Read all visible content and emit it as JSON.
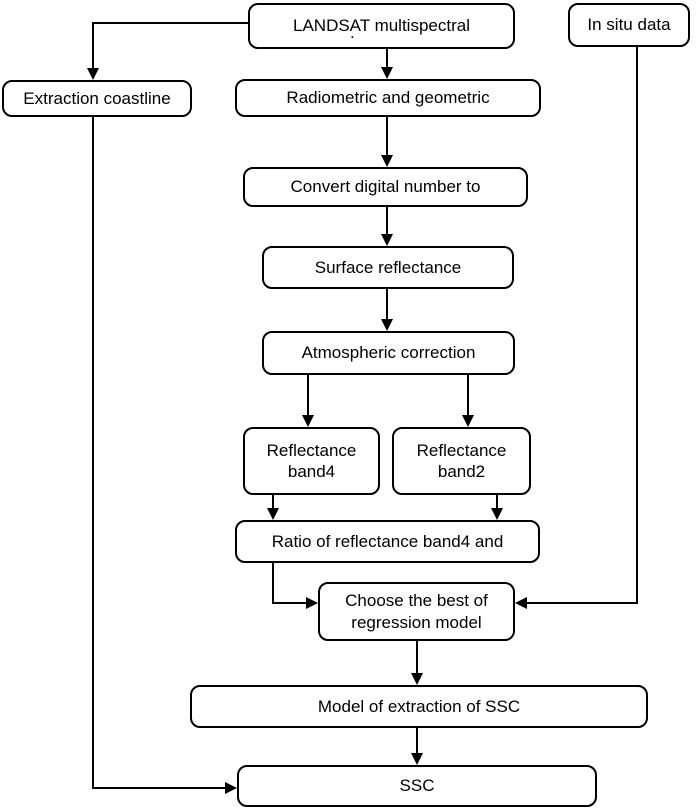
{
  "diagram": {
    "type": "flowchart",
    "colors": {
      "background": "#ffffff",
      "line": "#000000",
      "text": "#000000",
      "box_fill": "#ffffff"
    },
    "nodes": {
      "landsat": {
        "label": "LANDSAT multispectral",
        "stray_mark": "."
      },
      "insitu": {
        "label": "In situ data"
      },
      "extraction": {
        "label": "Extraction coastline"
      },
      "radiometric": {
        "label": "Radiometric and geometric"
      },
      "convert": {
        "label": "Convert digital number to"
      },
      "surface": {
        "label": "Surface reflectance"
      },
      "atmospheric": {
        "label": "Atmospheric correction"
      },
      "band4": {
        "label": "Reflectance band4"
      },
      "band2": {
        "label": "Reflectance band2"
      },
      "ratio": {
        "label": "Ratio of reflectance band4 and"
      },
      "choose": {
        "label": "Choose the best of regression model"
      },
      "model": {
        "label": "Model of extraction of SSC"
      },
      "ssc": {
        "label": "SSC"
      }
    }
  }
}
